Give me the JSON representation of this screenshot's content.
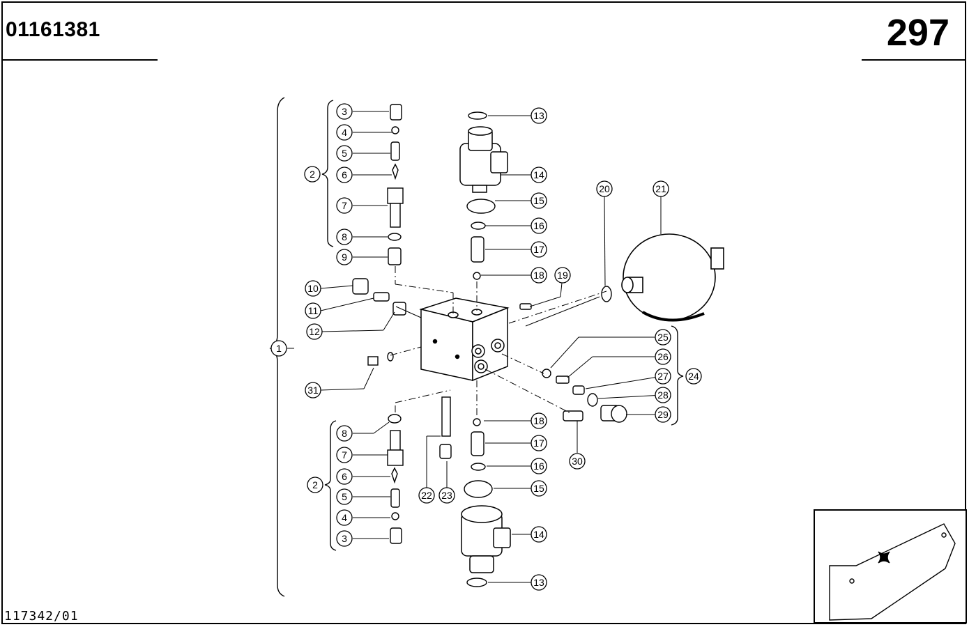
{
  "header": {
    "doc_number": "01161381",
    "page_number": "297"
  },
  "footer": {
    "reference": "117342/01"
  },
  "callouts": [
    "1",
    "2",
    "3",
    "4",
    "5",
    "6",
    "7",
    "8",
    "9",
    "10",
    "11",
    "12",
    "13",
    "14",
    "15",
    "16",
    "17",
    "18",
    "19",
    "20",
    "21",
    "22",
    "23",
    "24",
    "25",
    "26",
    "27",
    "28",
    "29",
    "30",
    "31"
  ]
}
